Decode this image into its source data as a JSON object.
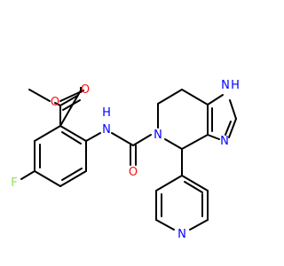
{
  "molecule": {
    "atom_labels": {
      "ester_carbonyl_oxygen": "O",
      "ester_ether_oxygen": "O",
      "fluorine": "F",
      "amide_nh": "H",
      "amide_nitrogen": "N",
      "ring_nitrogen": "N",
      "amide_carbonyl_oxygen": "O",
      "imidazole_nh": "H",
      "imidazole_nh_nitrogen": "N",
      "imidazole_imine_nitrogen": "N",
      "pyridine_nitrogen": "N"
    },
    "colors": {
      "bond": "#000000",
      "oxygen": "#ff0d0d",
      "nitrogen": "#0000ff",
      "fluorine": "#90e050"
    }
  }
}
